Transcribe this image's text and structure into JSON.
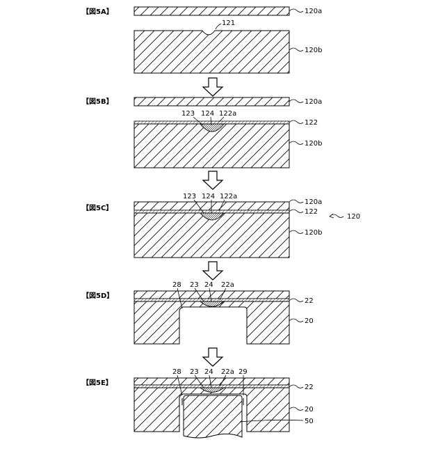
{
  "figures": [
    {
      "id": "5A",
      "label": "【図5A】",
      "refs": [
        "121",
        "120a",
        "120b"
      ]
    },
    {
      "id": "5B",
      "label": "【図5B】",
      "refs": [
        "123",
        "124",
        "122a",
        "120a",
        "122",
        "120b"
      ]
    },
    {
      "id": "5C",
      "label": "【図5C】",
      "refs": [
        "123",
        "124",
        "122a",
        "120a",
        "122",
        "120",
        "120b"
      ]
    },
    {
      "id": "5D",
      "label": "【図5D】",
      "refs": [
        "28",
        "23",
        "24",
        "22a",
        "22",
        "20"
      ]
    },
    {
      "id": "5E",
      "label": "【図5E】",
      "refs": [
        "28",
        "23",
        "24",
        "22a",
        "29",
        "22",
        "20",
        "50"
      ]
    }
  ]
}
